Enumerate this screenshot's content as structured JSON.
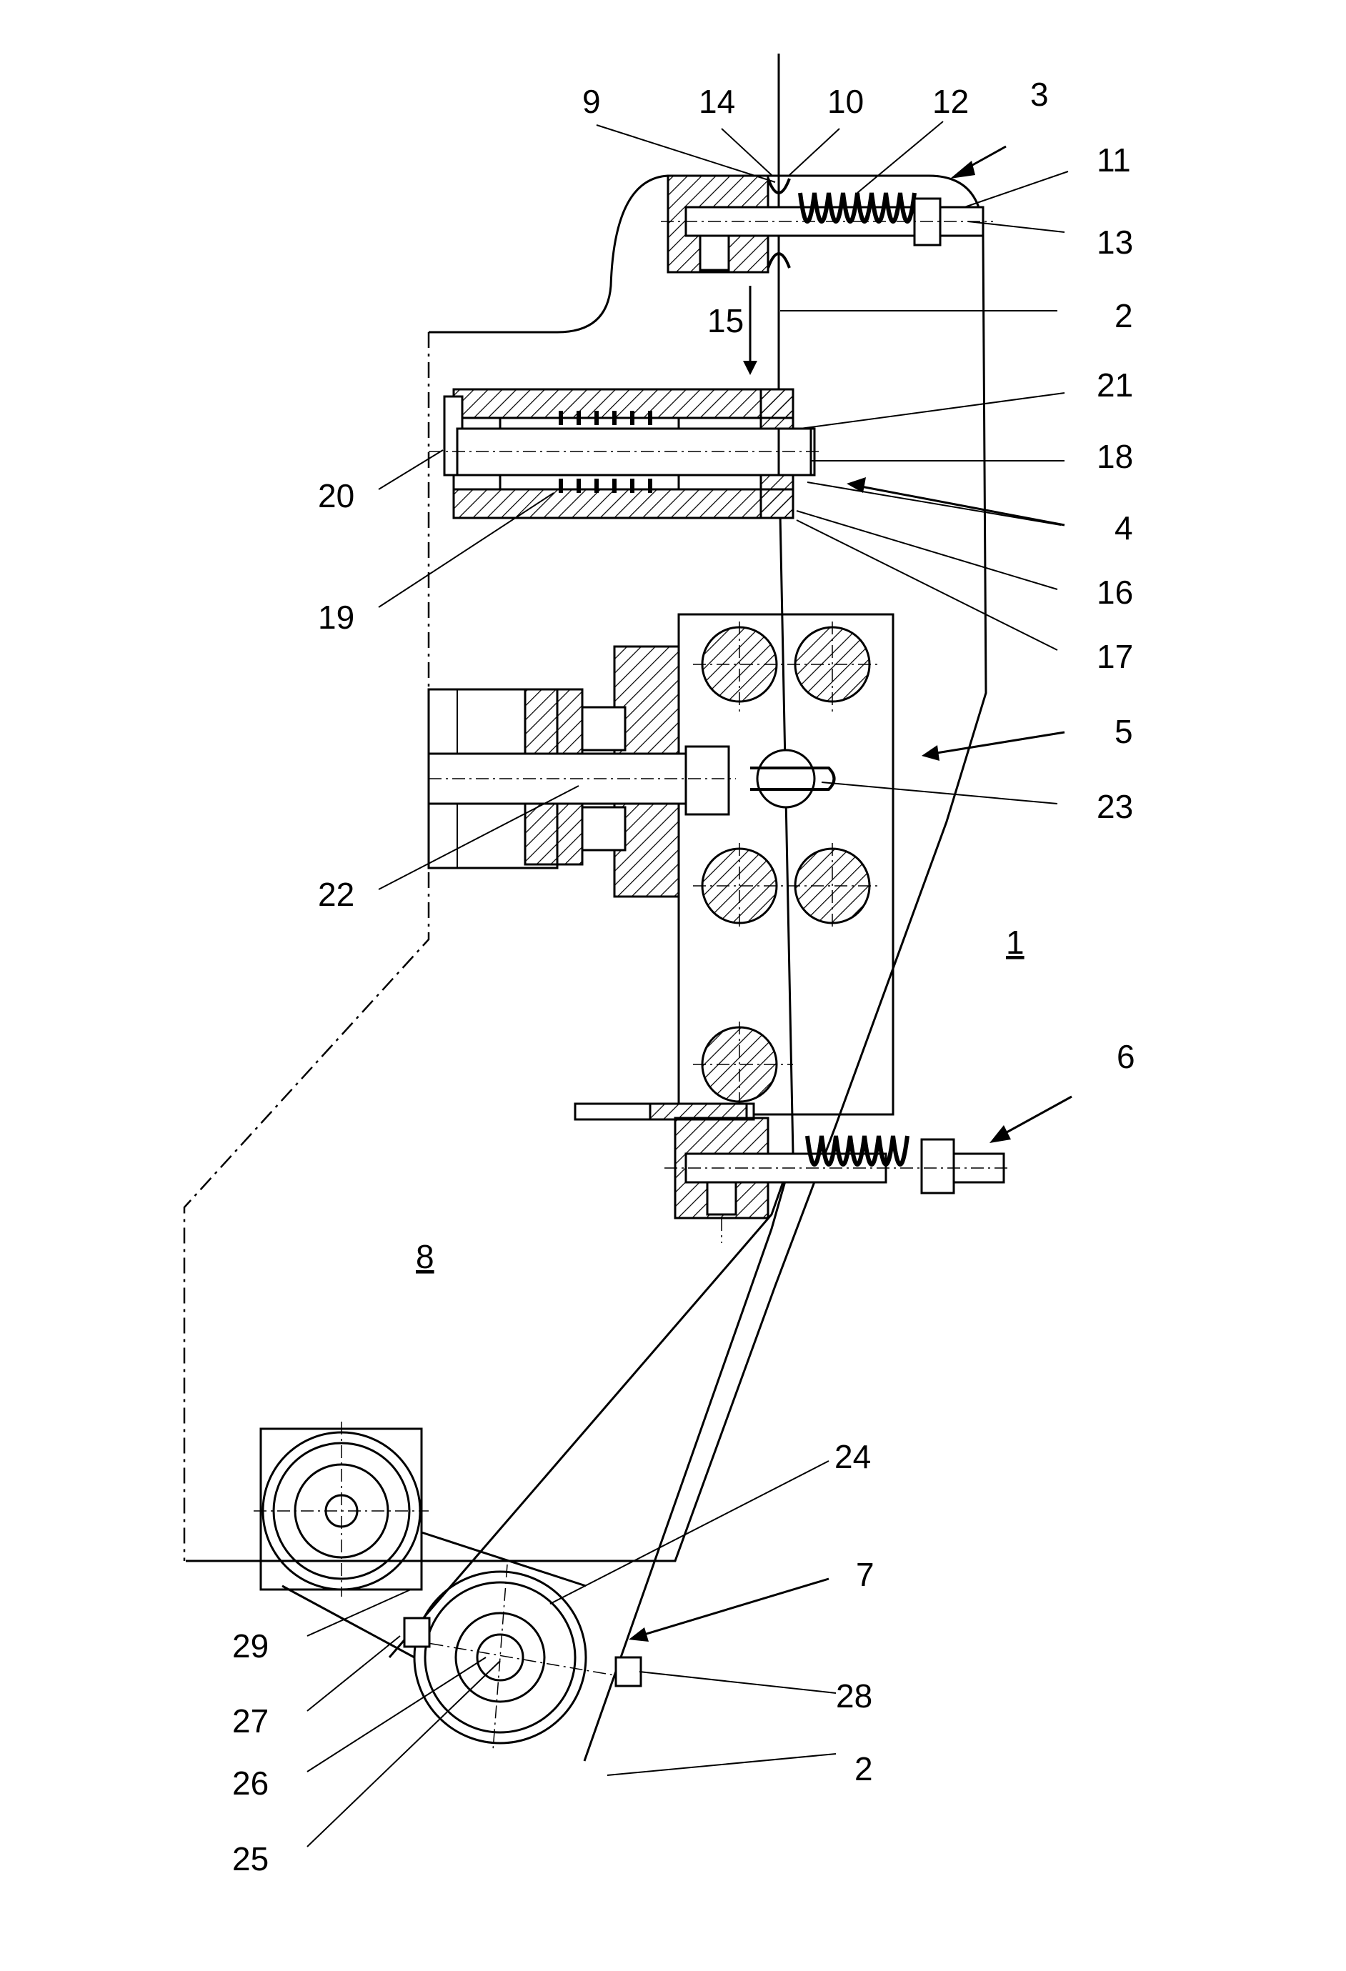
{
  "figure": {
    "labels": [
      {
        "id": "9",
        "text": "9"
      },
      {
        "id": "14",
        "text": "14"
      },
      {
        "id": "10",
        "text": "10"
      },
      {
        "id": "12",
        "text": "12"
      },
      {
        "id": "3",
        "text": "3"
      },
      {
        "id": "11",
        "text": "11"
      },
      {
        "id": "13",
        "text": "13"
      },
      {
        "id": "2a",
        "text": "2"
      },
      {
        "id": "15",
        "text": "15"
      },
      {
        "id": "21",
        "text": "21"
      },
      {
        "id": "18",
        "text": "18"
      },
      {
        "id": "20",
        "text": "20"
      },
      {
        "id": "4",
        "text": "4"
      },
      {
        "id": "16",
        "text": "16"
      },
      {
        "id": "19",
        "text": "19"
      },
      {
        "id": "17",
        "text": "17"
      },
      {
        "id": "5",
        "text": "5"
      },
      {
        "id": "23",
        "text": "23"
      },
      {
        "id": "22",
        "text": "22"
      },
      {
        "id": "1",
        "text": "1"
      },
      {
        "id": "6",
        "text": "6"
      },
      {
        "id": "8",
        "text": "8"
      },
      {
        "id": "24",
        "text": "24"
      },
      {
        "id": "7",
        "text": "7"
      },
      {
        "id": "29",
        "text": "29"
      },
      {
        "id": "28",
        "text": "28"
      },
      {
        "id": "27",
        "text": "27"
      },
      {
        "id": "2b",
        "text": "2"
      },
      {
        "id": "26",
        "text": "26"
      },
      {
        "id": "25",
        "text": "25"
      }
    ]
  }
}
